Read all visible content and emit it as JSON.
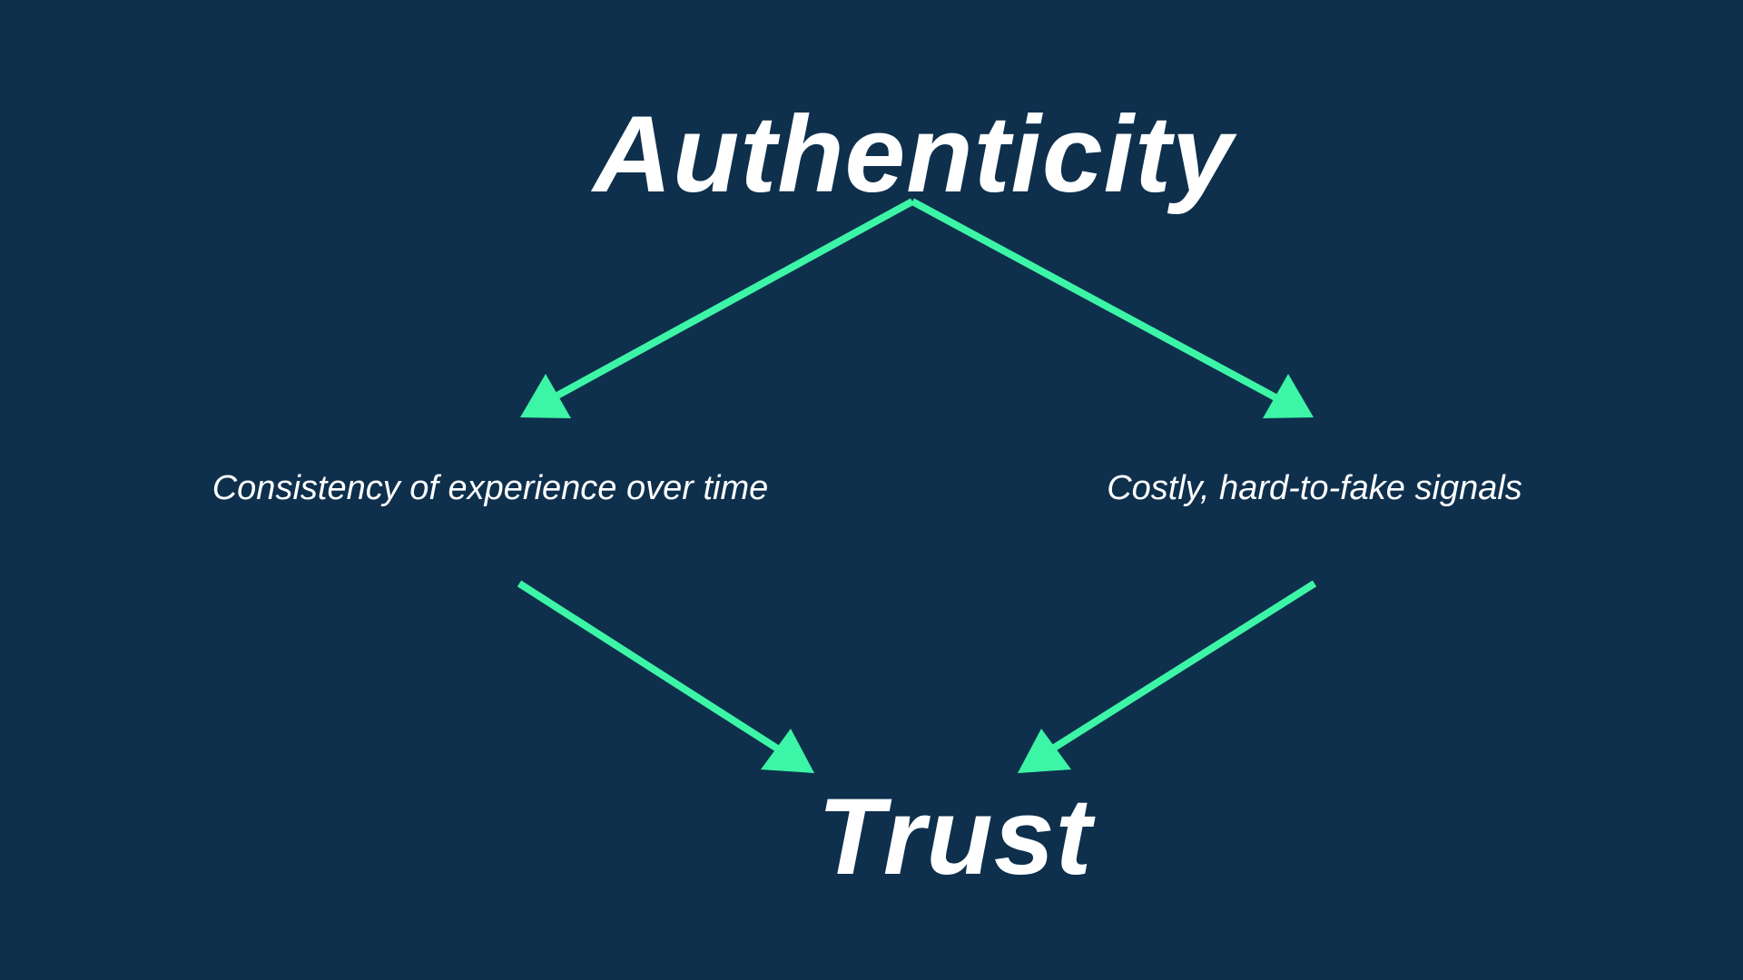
{
  "diagram": {
    "top_node": "Authenticity",
    "left_node": "Consistency of experience over time",
    "right_node": "Costly, hard-to-fake signals",
    "bottom_node": "Trust",
    "edges": [
      {
        "from": "top_node",
        "to": "left_node"
      },
      {
        "from": "top_node",
        "to": "right_node"
      },
      {
        "from": "left_node",
        "to": "bottom_node"
      },
      {
        "from": "right_node",
        "to": "bottom_node"
      }
    ]
  },
  "colors": {
    "background": "#0e304d",
    "arrow": "#3df5a6",
    "text": "#ffffff"
  }
}
